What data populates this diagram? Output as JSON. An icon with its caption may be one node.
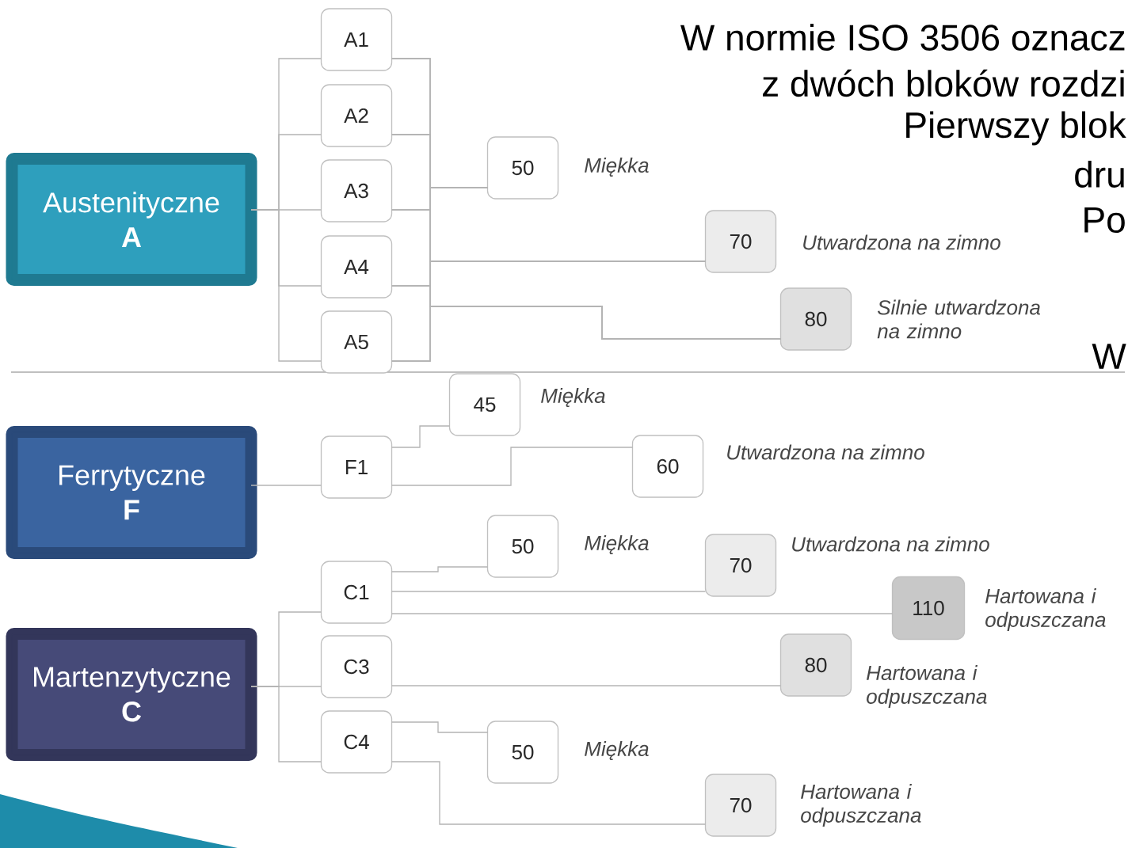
{
  "diagram": {
    "nodes": [
      {
        "text": [
          "Austenityczne",
          "A"
        ]
      },
      {
        "text": [
          "A1"
        ]
      },
      {
        "text": [
          "A2"
        ]
      },
      {
        "text": [
          "A3"
        ]
      },
      {
        "text": [
          "A4"
        ]
      },
      {
        "text": [
          "A5"
        ]
      },
      {
        "text": [
          "50"
        ],
        "beside": [
          "Miękka"
        ]
      },
      {
        "text": [
          "70"
        ],
        "beside": [
          "Utwardzona na zimno"
        ]
      },
      {
        "text": [
          "80"
        ],
        "beside": [
          "Silnie utwardzona na zimno"
        ]
      },
      {
        "text": [
          "Ferrytyczne",
          "F"
        ]
      },
      {
        "text": [
          "F1"
        ]
      },
      {
        "text": [
          "45"
        ],
        "beside": [
          "Miękka"
        ]
      },
      {
        "text": [
          "60"
        ],
        "beside": [
          "Utwardzona na zimno"
        ]
      },
      {
        "text": [
          "Martenzytyczne",
          "C"
        ]
      },
      {
        "text": [
          "C1"
        ]
      },
      {
        "text": [
          "C3"
        ]
      },
      {
        "text": [
          "C4"
        ]
      },
      {
        "text": [
          "50"
        ],
        "beside": [
          "Miękka"
        ]
      },
      {
        "text": [
          "70"
        ],
        "beside": [
          "Utwardzona na zimno"
        ]
      },
      {
        "text": [
          "110"
        ],
        "beside": [
          "Hartowana i odpuszczana"
        ]
      },
      {
        "text": [
          "80"
        ],
        "beside": [
          "Hartowana i odpuszczana"
        ]
      },
      {
        "text": [
          "50"
        ],
        "beside": [
          "Miękka"
        ]
      },
      {
        "text": [
          "70"
        ],
        "beside": [
          "Hartowana i odpuszczana"
        ]
      }
    ],
    "edges": [
      {
        "from": 0,
        "to": 1,
        "arrow": "none"
      },
      {
        "from": 0,
        "to": 2,
        "arrow": "none"
      },
      {
        "from": 0,
        "to": 3,
        "arrow": "none"
      },
      {
        "from": 0,
        "to": 4,
        "arrow": "none"
      },
      {
        "from": 0,
        "to": 5,
        "arrow": "none"
      },
      {
        "from": 1,
        "to": 6,
        "arrow": "none"
      },
      {
        "from": 1,
        "to": 7,
        "arrow": "none"
      },
      {
        "from": 1,
        "to": 8,
        "arrow": "none"
      },
      {
        "from": 2,
        "to": 6,
        "arrow": "none"
      },
      {
        "from": 2,
        "to": 7,
        "arrow": "none"
      },
      {
        "from": 2,
        "to": 8,
        "arrow": "none"
      },
      {
        "from": 3,
        "to": 6,
        "arrow": "none"
      },
      {
        "from": 3,
        "to": 7,
        "arrow": "none"
      },
      {
        "from": 3,
        "to": 8,
        "arrow": "none"
      },
      {
        "from": 4,
        "to": 6,
        "arrow": "none"
      },
      {
        "from": 4,
        "to": 7,
        "arrow": "none"
      },
      {
        "from": 4,
        "to": 8,
        "arrow": "none"
      },
      {
        "from": 5,
        "to": 6,
        "arrow": "none"
      },
      {
        "from": 5,
        "to": 7,
        "arrow": "none"
      },
      {
        "from": 5,
        "to": 8,
        "arrow": "none"
      },
      {
        "from": 9,
        "to": 10,
        "arrow": "none"
      },
      {
        "from": 10,
        "to": 11,
        "arrow": "none"
      },
      {
        "from": 10,
        "to": 12,
        "arrow": "none"
      },
      {
        "from": 13,
        "to": 14,
        "arrow": "none"
      },
      {
        "from": 13,
        "to": 15,
        "arrow": "none"
      },
      {
        "from": 13,
        "to": 16,
        "arrow": "none"
      },
      {
        "from": 14,
        "to": 17,
        "arrow": "none"
      },
      {
        "from": 14,
        "to": 18,
        "arrow": "none"
      },
      {
        "from": 14,
        "to": 19,
        "arrow": "none"
      },
      {
        "from": 15,
        "to": 20,
        "arrow": "none"
      },
      {
        "from": 16,
        "to": 21,
        "arrow": "none"
      },
      {
        "from": 16,
        "to": 22,
        "arrow": "none"
      }
    ],
    "labels": [
      "W normie ISO 3506 oznacz",
      "z dwóch bloków rozdzi",
      "Pierwszy blok",
      "dru",
      "Po",
      "W"
    ]
  }
}
